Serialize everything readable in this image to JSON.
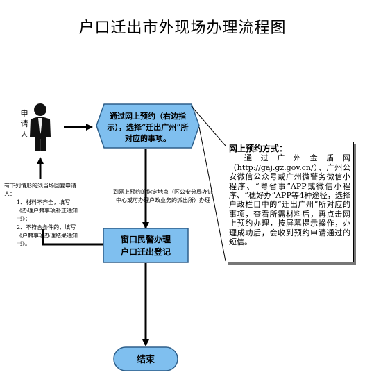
{
  "title": "户口迁出市外现场办理流程图",
  "applicant_label": "申请人",
  "hexagon_text": "通过网上预约（右边指示），选择“迁出广州”所对应的事项。",
  "arrow_label": "到网上预约的指定地点（区公安分局办证中心或可办理户政业务的派出所）办理",
  "window_text": [
    "窗口民警办理",
    "户口迁出登记"
  ],
  "end_text": "结束",
  "left_note": {
    "intro": "有下列情形的须当场回复申请人：",
    "item1": "1、材料不齐全，填写《办理户籍事项补正通知书》；",
    "item2": "2、不符合条件的，填写《户籍事项办理结果通知书》。"
  },
  "info_box": {
    "heading": "网上预约方式：",
    "body": "通过广州金盾网（http://gaj.gz.gov.cn/）、广州公安微信公众号或广州微警务微信小程序、“粤省事”APP或微信小程序、“穗好办”APP等4种途径，选择户政栏目中的“迁出广州”所对应的事项，查看所需材料后，再点击网上预约办理，按屏幕提示操作，办理成功后，会收到预约申请通过的短信。"
  },
  "colors": {
    "node_fill": "#7fbfef",
    "node_stroke": "#2e5f8a",
    "arrow": "#000000"
  },
  "icons": [
    "person-icon"
  ]
}
